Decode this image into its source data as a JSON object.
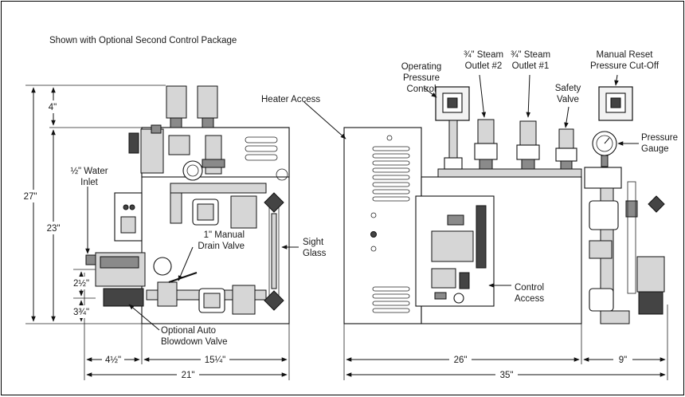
{
  "header": {
    "note": "Shown with Optional Second Control Package"
  },
  "callouts": {
    "heater_access": "Heater Access",
    "operating_pressure": [
      "Operating",
      "Pressure",
      "Control"
    ],
    "steam_outlet_2": [
      "¾\" Steam",
      "Outlet #2"
    ],
    "steam_outlet_1": [
      "¾\" Steam",
      "Outlet #1"
    ],
    "safety_valve": [
      "Safety",
      "Valve"
    ],
    "manual_reset": [
      "Manual Reset",
      "Pressure Cut-Off"
    ],
    "pressure_gauge": [
      "Pressure",
      "Gauge"
    ],
    "water_inlet": [
      "½\" Water",
      "Inlet"
    ],
    "drain_valve": [
      "1\" Manual",
      "Drain Valve"
    ],
    "sight_glass": [
      "Sight",
      "Glass"
    ],
    "auto_blowdown": [
      "Optional Auto",
      "Blowdown Valve"
    ],
    "control_access": [
      "Control",
      "Access"
    ]
  },
  "dimensions": {
    "h_27": "27\"",
    "h_23": "23\"",
    "h_4": "4\"",
    "h_2_5": "2½\"",
    "h_3_75": "3¾\"",
    "w_4_5": "4½\"",
    "w_15_25": "15¼\"",
    "w_21": "21\"",
    "w_26": "26\"",
    "w_9": "9\"",
    "w_35": "35\""
  }
}
